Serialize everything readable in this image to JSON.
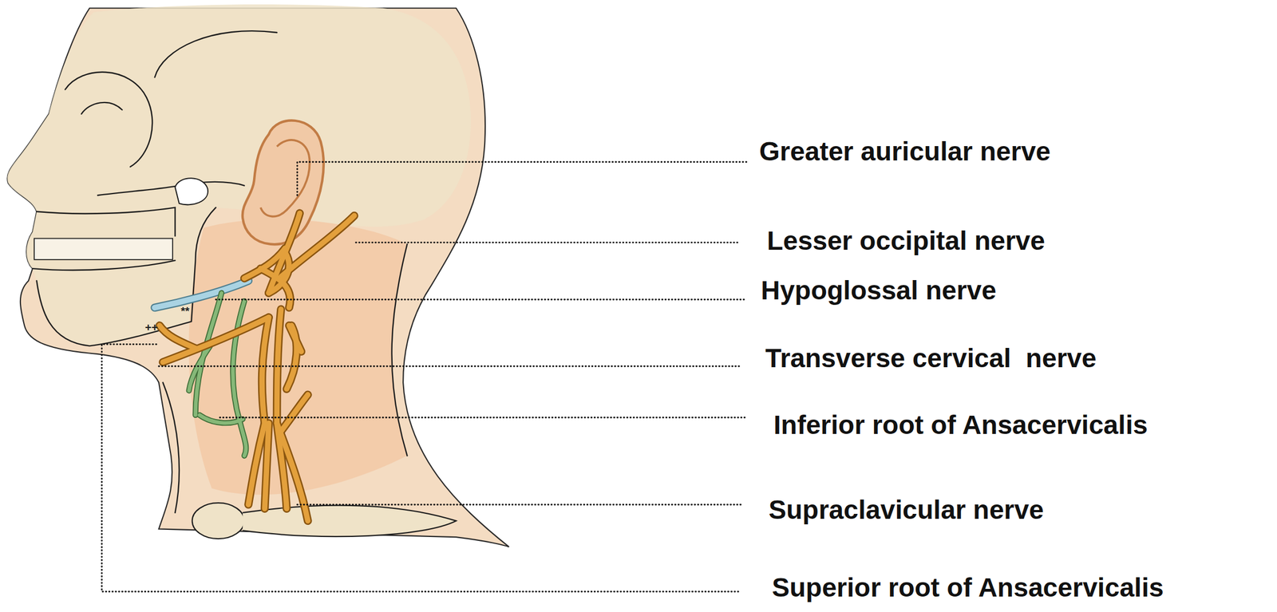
{
  "diagram": {
    "labels": [
      "Greater auricular nerve",
      "Lesser occipital nerve",
      "Hypoglossal nerve",
      "Transverse cervical  nerve",
      "Inferior root of Ansacervicalis",
      "Supraclavicular nerve",
      "Superior root of Ansacervicalis",
      "++",
      "**"
    ]
  }
}
